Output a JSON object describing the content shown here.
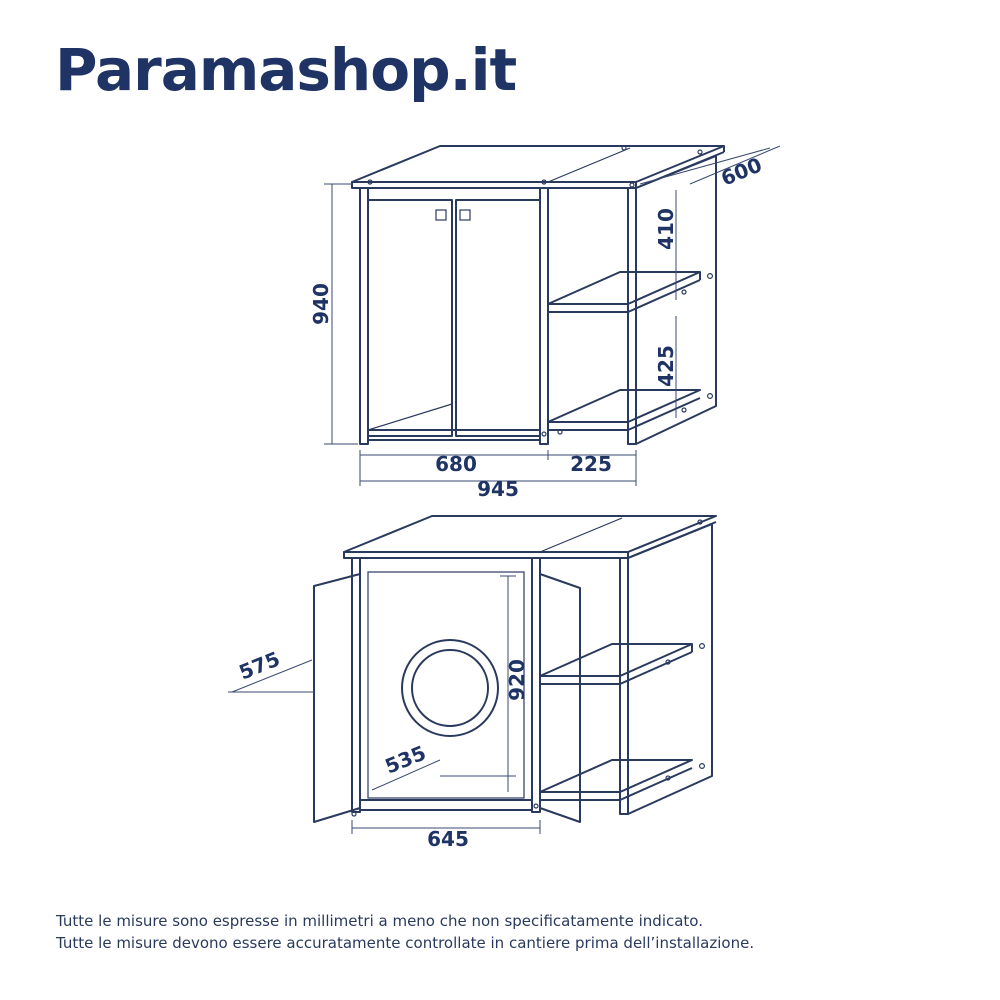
{
  "brand": {
    "name": "Paramashop.it"
  },
  "top_view": {
    "dimensions": {
      "height": "940",
      "depth": "600",
      "upper_shelf_gap": "410",
      "lower_shelf_gap": "425",
      "cabinet_width": "680",
      "open_shelf_width": "225",
      "total_width": "945"
    }
  },
  "bottom_view": {
    "dimensions": {
      "door_width": "575",
      "inner_height": "920",
      "inner_depth": "535",
      "inner_width": "645"
    }
  },
  "notes": [
    "Tutte le misure sono espresse in millimetri a meno che non specificatamente indicato.",
    "Tutte le misure devono essere accuratamente controllate in cantiere prima dell’installazione."
  ],
  "colors": {
    "brand": "#1f3464",
    "line": "#2a3a5e"
  }
}
